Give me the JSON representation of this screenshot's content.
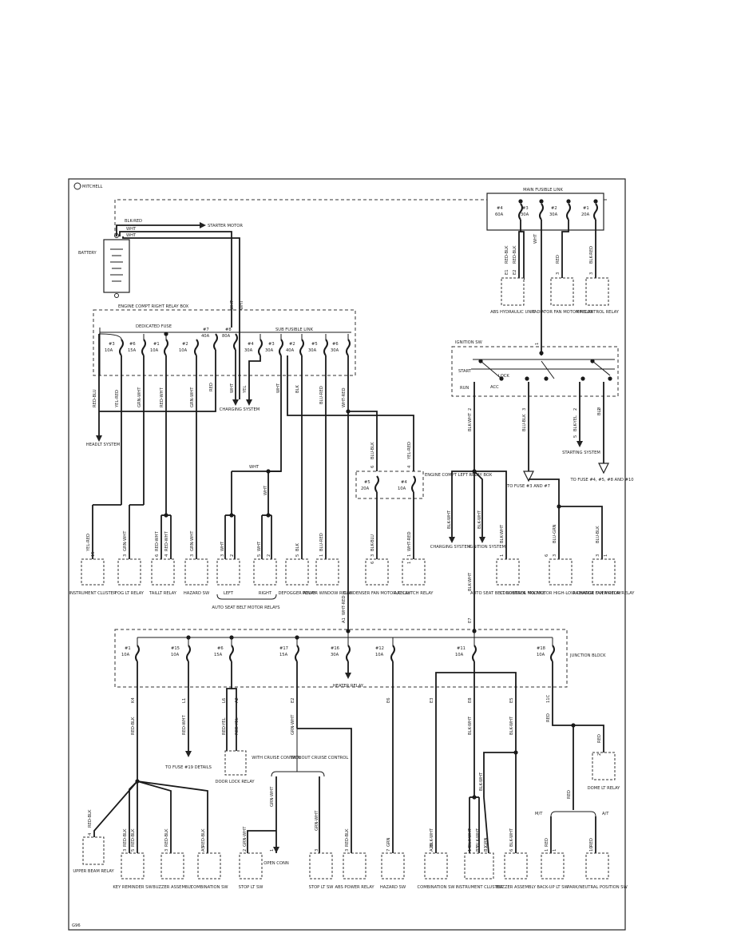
{
  "header": {
    "brand": "MITCHELL"
  },
  "footer": {
    "code": "G96"
  },
  "main_link": {
    "title": "MAIN FUSIBLE LINK",
    "fuses": [
      {
        "id": "#4",
        "rating": "60A"
      },
      {
        "id": "#3",
        "rating": "30A"
      },
      {
        "id": "#2",
        "rating": "30A"
      },
      {
        "id": "#1",
        "rating": "20A"
      }
    ]
  },
  "battery": {
    "label": "BATTERY"
  },
  "starter": {
    "label": "STARTER MOTOR"
  },
  "relay_box": {
    "title": "ENGINE COMPT RIGHT RELAY BOX",
    "dedicated_title": "DEDICATED FUSE",
    "sub_title": "SUB FUSIBLE LINK"
  },
  "relay_box_fuses": [
    {
      "id": "#3",
      "rating": "10A"
    },
    {
      "id": "#6",
      "rating": "15A"
    },
    {
      "id": "#1",
      "rating": "10A"
    },
    {
      "id": "#2",
      "rating": "10A"
    },
    {
      "id": "#7",
      "rating": "40A"
    },
    {
      "id": "#8",
      "rating": "80A"
    },
    {
      "id": "#4",
      "rating": "30A"
    },
    {
      "id": "#3",
      "rating": "30A"
    },
    {
      "id": "#2",
      "rating": "40A"
    },
    {
      "id": "#5",
      "rating": "30A"
    },
    {
      "id": "#6",
      "rating": "30A"
    }
  ],
  "ignition": {
    "title": "IGNITION SW",
    "start": "START",
    "lock": "LOCK",
    "run": "RUN",
    "acc": "ACC"
  },
  "left_relay_box": {
    "label": "ENGINE COMPT LEFT RELAY BOX",
    "fuses": [
      {
        "id": "#5",
        "rating": "20A"
      },
      {
        "id": "#4",
        "rating": "10A"
      }
    ]
  },
  "junction": {
    "label": "JUNCTION BLOCK",
    "fuses": [
      {
        "id": "#1",
        "rating": "10A"
      },
      {
        "id": "#15",
        "rating": "10A"
      },
      {
        "id": "#6",
        "rating": "15A"
      },
      {
        "id": "#17",
        "rating": "15A"
      },
      {
        "id": "#16",
        "rating": "30A"
      },
      {
        "id": "#12",
        "rating": "10A"
      },
      {
        "id": "#11",
        "rating": "10A"
      },
      {
        "id": "#18",
        "rating": "10A"
      }
    ]
  },
  "wire_labels": [
    "BLK-RED",
    "WHT",
    "WHT",
    "RED-BLK",
    "RED-BLK",
    "WHT",
    "RED",
    "BLK-RED",
    "WHT",
    "WHT",
    "RED-BLU",
    "YEL-RED",
    "GRN-WHT",
    "RED-WHT",
    "GRN-WHT",
    "RED",
    "WHT",
    "YEL",
    "WHT",
    "BLK",
    "BLU-RED",
    "WHT-RED",
    "BLU-BLK",
    "YEL-RED",
    "BLK-WHT",
    "BLU-BLK",
    "BLK-YEL",
    "BLU",
    "YEL-RED",
    "GRN-WHT",
    "RED-WHT",
    "RED-WHT",
    "GRN-WHT",
    "WHT",
    "WHT",
    "WHT",
    "WHT",
    "BLK",
    "BLU-RED",
    "BLK-BLU",
    "WHT-RED",
    "BLK-WHT",
    "BLK-WHT",
    "BLK-WHT",
    "BLU-GRN",
    "BLU-BLK",
    "WHT-RED",
    "BLK-WHT",
    "RED-BLK",
    "RED-WHT",
    "RED-YEL",
    "RED-YEL",
    "GRN-WHT",
    "BLK-WHT",
    "BLK-WHT",
    "RED",
    "RED",
    "RED-BLK",
    "RED-BLK",
    "RED-BLK",
    "RED-BLK",
    "RED-BLK",
    "GRN-WHT",
    "GRN-WHT",
    "GRN-WHT",
    "RED-BLK",
    "GRN",
    "BLK-WHT",
    "BLK-WHT",
    "BLK-WHT",
    "GRN",
    "BLK-WHT",
    "BLK-WHT",
    "RED",
    "RED",
    "RED"
  ],
  "pin_labels": [
    "E1",
    "E2",
    "3",
    "3",
    "6",
    "4",
    "1",
    "2",
    "3",
    "2",
    "2",
    "3",
    "5",
    "6",
    "1",
    "6",
    "1",
    "15",
    "3",
    "6",
    "4",
    "3",
    "3",
    "2",
    "5",
    "2",
    "5",
    "1",
    "3",
    "1",
    "1",
    "3",
    "A1",
    "E7",
    "K4",
    "L1",
    "L6",
    "A2",
    "E2",
    "E6",
    "E3",
    "E8",
    "E5",
    "11C",
    "2",
    "4",
    "3",
    "3",
    "5",
    "A5",
    "2",
    "3",
    "1",
    "3",
    "1",
    "7",
    "A20",
    "14",
    "B5",
    "B1",
    "6",
    "1",
    "10"
  ],
  "components": {
    "abs_unit": "ABS HYDRAULIC UNIT",
    "rad_fan_relay_top": "RADIATOR FAN MOTOR RELAY",
    "mfi_relay": "MFI CONTROL RELAY",
    "headlt": "HEADLT SYSTEM",
    "charging_top": "CHARGING SYSTEM",
    "starting": "STARTING SYSTEM",
    "to_fuse_b": "TO FUSE #4, #5, #8 AND #10",
    "to_fuse_a": "TO FUSE #3 AND #7",
    "charging_mid": "CHARGING SYSTEM",
    "ignition_sys": "IGNITION SYSTEM",
    "instrument_cluster": "INSTRUMENT CLUSTER",
    "fog_relay": "FOG LT RELAY",
    "taillt_relay": "TAILLT RELAY",
    "hazard_sw": "HAZARD SW",
    "left": "LEFT",
    "right": "RIGHT",
    "auto_seat_relays": "AUTO SEAT BELT MOTOR RELAYS",
    "defogger_relay": "DEFOGGER RELAY",
    "power_window_relay": "POWER WINDOW RELAY",
    "condenser_relay": "CONDENSER FAN MOTOR RELAY",
    "ac_clutch_relay": "A/C CLUTCH RELAY",
    "auto_seat_module": "AUTO SEAT BELT CONTROL MODULE",
    "condenser_hilo_relay": "CONDENSER FAN MOTOR HIGH-LOW CHANGE OVER RELAY",
    "rad_fan_relay_bottom": "RADIATOR FAN MOTOR RELAY",
    "heater_relay": "HEATER RELAY",
    "to_fuse_19": "TO FUSE #19 DETAILS",
    "door_lock_relay": "DOOR LOCK RELAY",
    "with_cruise": "WITH CRUISE CONTROL",
    "without_cruise": "WITHOUT CRUISE CONTROL",
    "open_conn": "OPEN CONN",
    "dome_relay": "DOME LT RELAY",
    "mt": "M/T",
    "at": "A/T",
    "upper_beam_relay": "UPPER BEAM RELAY",
    "key_reminder_sw": "KEY REMINDER SW",
    "buzzer_assembly": "BUZZER ASSEMBLY",
    "combination_sw": "COMBINATION SW",
    "stop_lt_sw_a": "STOP LT SW",
    "stop_lt_sw_b": "STOP LT SW",
    "abs_power_relay": "ABS POWER RELAY",
    "hazard_sw_bottom": "HAZARD SW",
    "combination_sw_b": "COMBINATION SW",
    "instrument_cluster_b": "INSTRUMENT CLUSTER",
    "buzzer_assembly_b": "BUZZER ASSEMBLY",
    "backup_lt_sw": "BACK-UP LT SW",
    "park_neutral_sw": "PARK/NEUTRAL POSITION SW"
  }
}
